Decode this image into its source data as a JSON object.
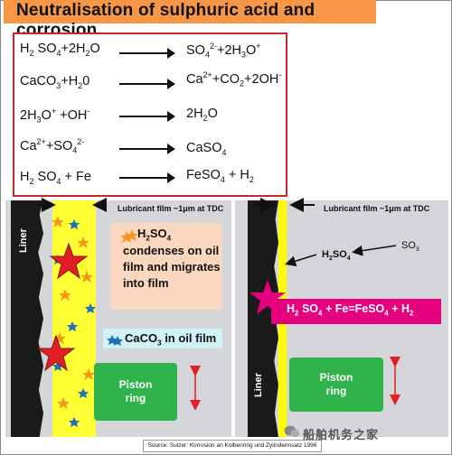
{
  "title": "Neutralisation of sulphuric acid and corrosion",
  "equations": [
    {
      "lhs": [
        "H",
        "2",
        " SO",
        "4",
        "+2H",
        "2",
        "O"
      ],
      "rhs": [
        "SO",
        "4",
        "2-",
        "+2H",
        "3",
        "O",
        "+"
      ]
    },
    {
      "lhs": "CaCO3+H20",
      "rhs": "Ca2++CO2+2OH-"
    },
    {
      "lhs": "2H3O+ +OH-",
      "rhs": "2H2O"
    },
    {
      "lhs": "Ca2++SO42-",
      "rhs": "CaSO4"
    },
    {
      "lhs": "H2 SO4 + Fe",
      "rhs": "FeSO4 + H2"
    }
  ],
  "left_panel": {
    "liner_label": "Liner",
    "lubricant_label": "Lubricant film ~1μm at TDC",
    "callout_h2so4": "H2SO4",
    "callout_text": [
      "condenses on oil",
      "film and migrates",
      "into film"
    ],
    "callout_caco3": "CaCO3 in oil film",
    "piston_ring": "Piston ring"
  },
  "right_panel": {
    "liner_label": "Liner",
    "lubricant_label": "Lubricant film ~1μm at TDC",
    "h2so4": "H2SO4",
    "so3": "SO3",
    "reaction": "H2 SO4 + Fe=FeSO4 + H2",
    "piston_ring": "Piston ring"
  },
  "source": "Source: Sulzer: Korrosion an Kolbenring und Zylinderinsatz 1996",
  "watermark": "船舶机务之家",
  "colors": {
    "title_bg": "#f79646",
    "equation_border": "#c0282d",
    "oil_film": "#ffff33",
    "piston_ring": "#2fb34a",
    "reaction_bg": "#e5007e",
    "acid_droplet": "#f7941d",
    "caco3_particle": "#1e73be",
    "corrosion_star": "#e31e24",
    "callout_bg": "#fbd7bf",
    "caco3_callout_bg": "#d0f1f6"
  }
}
